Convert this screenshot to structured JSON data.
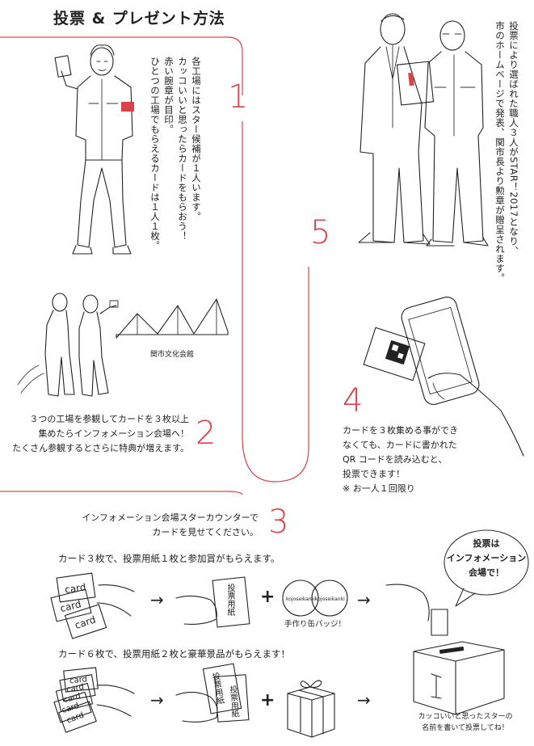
{
  "title": "投票 & プレゼント方法",
  "steps": {
    "s1": {
      "num": "1",
      "text": "各工場にはスター候補が１人います。\nカッコいいと思ったらカードをもらおう！\n赤い腕章が目印。\nひとつの工場でもらえるカードは１人１枚。"
    },
    "s2": {
      "num": "2",
      "text": "３つの工場を参観してカードを３枚以上\n集めたらインフォメーション会場へ！\nたくさん参観するとさらに特典が増えます。"
    },
    "s3": {
      "num": "3",
      "text": "インフォメーション会場スターカウンターで\nカードを見せてください。"
    },
    "s4": {
      "num": "4",
      "text": "カードを３枚集める事ができ\nなくても、カードに書かれた\nQR コードを読み込むと、\n投票できます！\n※ お一人１回限り"
    },
    "s5": {
      "num": "5",
      "text": "投票により選ばれた職人３人がSTAR！2017となり、\n市のホームページで発表、関市長より勲章が贈呈されます。"
    }
  },
  "building_label": "関市文化会館",
  "reward1": {
    "heading": "カード３枚で、投票用紙１枚と参加賞がもらえます。",
    "badge_caption": "手作り缶バッジ！",
    "ballot_label": "投票用紙"
  },
  "reward2": {
    "heading": "カード６枚で、投票用紙２枚と豪華景品がもらえます！",
    "ballot_label": "投票用紙"
  },
  "bubble": {
    "line1": "投票は",
    "line2": "インフォメーション",
    "line3": "会場で！"
  },
  "ballot_box_caption": "カッコいいと思ったスターの\n名前を書いて投票してね！",
  "card_word": "card",
  "badge_word": "kojoseikanki",
  "arrow": "→",
  "plus": "+",
  "colors": {
    "accent": "#d9434a",
    "ink": "#222222"
  }
}
